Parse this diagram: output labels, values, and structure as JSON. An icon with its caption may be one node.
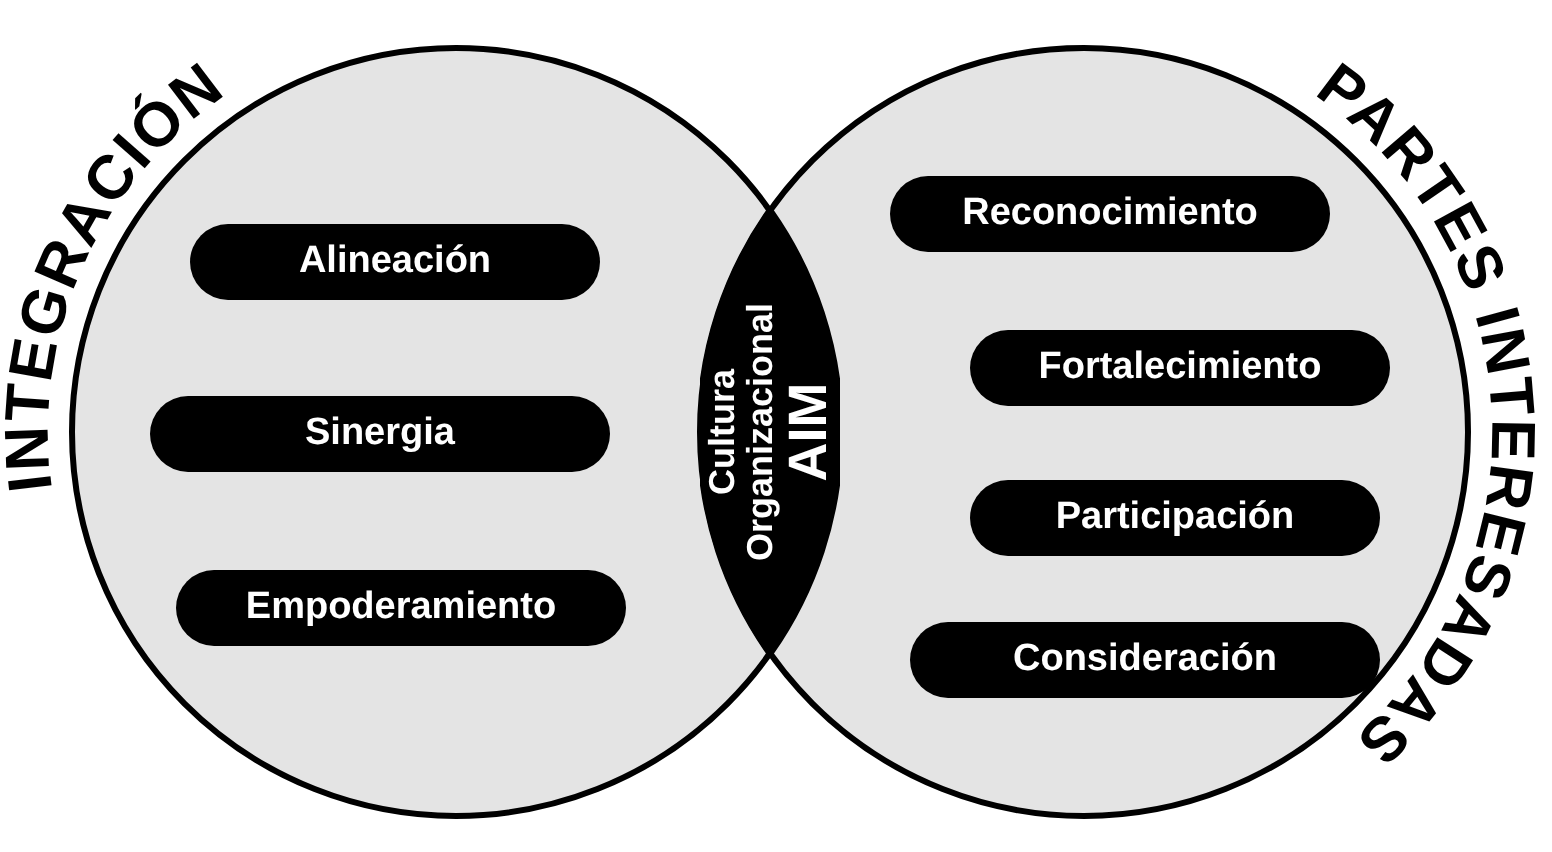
{
  "diagram": {
    "nodes": [
      {
        "text": [
          "INTEGRACIÓN"
        ]
      },
      {
        "text": [
          "Alineación"
        ],
        "in": 0
      },
      {
        "text": [
          "Sinergia"
        ],
        "in": 0
      },
      {
        "text": [
          "Empoderamiento"
        ],
        "in": 0
      },
      {
        "text": [
          "Cultura Organizacional",
          "AIM"
        ]
      },
      {
        "text": [
          "PARTES INTERESADAS"
        ]
      },
      {
        "text": [
          "Reconocimiento"
        ],
        "in": 5
      },
      {
        "text": [
          "Fortalecimiento"
        ],
        "in": 5
      },
      {
        "text": [
          "Participación"
        ],
        "in": 5
      },
      {
        "text": [
          "Consideración"
        ],
        "in": 5
      }
    ]
  }
}
